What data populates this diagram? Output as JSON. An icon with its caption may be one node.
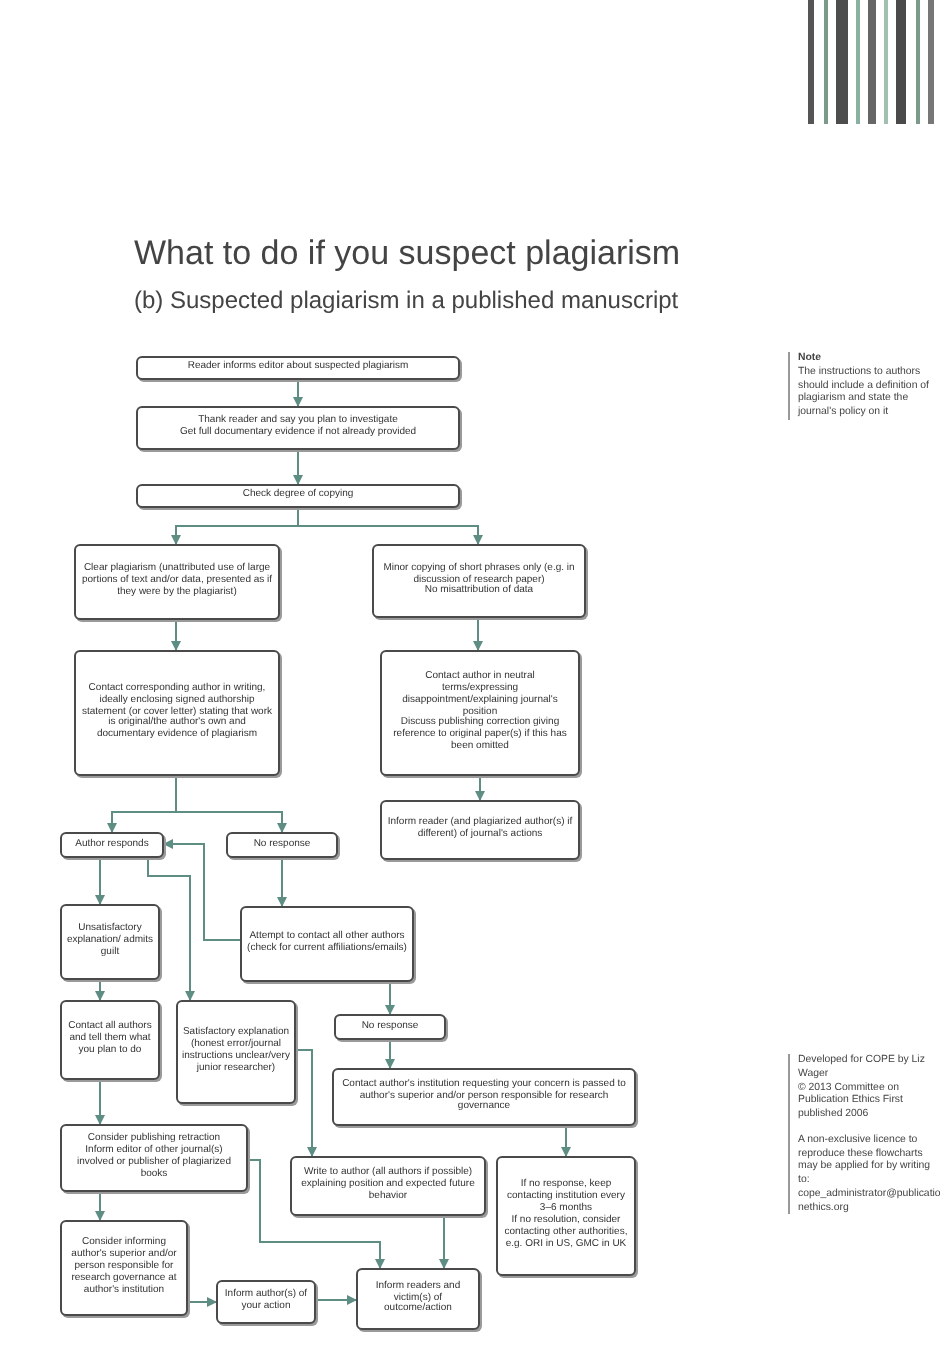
{
  "diagram": {
    "title": "What to do if you suspect plagiarism",
    "nodes": [
      {
        "text": [
          "Reader informs editor about suspected plagiarism"
        ]
      },
      {
        "text": [
          "Thank reader and say you plan to investigate",
          "Get full documentary evidence if not already provided"
        ]
      },
      {
        "text": [
          "Check degree of copying"
        ]
      },
      {
        "text": [
          "Clear plagiarism (unattributed use of large portions of text and/or data, presented as if they were by the plagiarist)"
        ]
      },
      {
        "text": [
          "Minor copying of short phrases only (e.g. in discussion of research paper)",
          "No misattribution of data"
        ]
      },
      {
        "text": [
          "Contact corresponding author in writing, ideally enclosing signed authorship statement (or cover letter) stating that work is original/the author's own and documentary evidence of plagiarism"
        ]
      },
      {
        "text": [
          "Contact author in neutral terms/expressing disappointment/explaining journal's position",
          "Discuss publishing correction giving reference to original paper(s) if this has been omitted"
        ]
      },
      {
        "text": [
          "Inform reader (and plagiarized author(s) if different) of journal's actions"
        ]
      },
      {
        "text": [
          "Author responds"
        ]
      },
      {
        "text": [
          "No response"
        ]
      },
      {
        "text": [
          "Unsatisfactory explanation/ admits guilt"
        ]
      },
      {
        "text": [
          "Attempt to contact all other authors (check for current affiliations/emails)"
        ]
      },
      {
        "text": [
          "Contact all authors and tell them what you plan to do"
        ]
      },
      {
        "text": [
          "Satisfactory explanation (honest error/journal instructions unclear/very junior researcher)"
        ]
      },
      {
        "text": [
          "No response"
        ]
      },
      {
        "text": [
          "Contact author's institution requesting your concern is passed to author's superior and/or person responsible for research governance"
        ]
      },
      {
        "text": [
          "Consider publishing retraction",
          "Inform editor of other journal(s) involved or publisher of plagiarized books"
        ]
      },
      {
        "text": [
          "Write to author (all authors if possible) explaining position and expected future behavior"
        ]
      },
      {
        "text": [
          "If no response, keep contacting institution every 3–6 months",
          "If no resolution, consider contacting other authorities, e.g. ORI in US, GMC in UK"
        ]
      },
      {
        "text": [
          "Consider informing author's superior and/or person responsible for research governance at author's institution"
        ]
      },
      {
        "text": [
          "Inform author(s) of your action"
        ]
      },
      {
        "text": [
          "Inform readers and victim(s) of outcome/action"
        ]
      }
    ],
    "edges": [
      {
        "from": 0,
        "to": 1,
        "arrow": "to"
      },
      {
        "from": 1,
        "to": 2,
        "arrow": "to"
      },
      {
        "from": 2,
        "to": 3,
        "arrow": "to"
      },
      {
        "from": 2,
        "to": 4,
        "arrow": "to"
      },
      {
        "from": 3,
        "to": 5,
        "arrow": "to"
      },
      {
        "from": 4,
        "to": 6,
        "arrow": "to"
      },
      {
        "from": 6,
        "to": 7,
        "arrow": "to"
      },
      {
        "from": 5,
        "to": 8,
        "arrow": "to"
      },
      {
        "from": 5,
        "to": 9,
        "arrow": "to"
      },
      {
        "from": 9,
        "to": 11,
        "arrow": "to"
      },
      {
        "from": 11,
        "to": 8,
        "arrow": "to"
      },
      {
        "from": 8,
        "to": 10,
        "arrow": "to"
      },
      {
        "from": 8,
        "to": 13,
        "arrow": "to"
      },
      {
        "from": 10,
        "to": 12,
        "arrow": "to"
      },
      {
        "from": 11,
        "to": 14,
        "arrow": "to"
      },
      {
        "from": 14,
        "to": 15,
        "arrow": "to"
      },
      {
        "from": 12,
        "to": 16,
        "arrow": "to"
      },
      {
        "from": 16,
        "to": 19,
        "arrow": "to"
      },
      {
        "from": 15,
        "to": 18,
        "arrow": "to"
      },
      {
        "from": 13,
        "to": 17,
        "arrow": "to"
      },
      {
        "from": 17,
        "to": 21,
        "arrow": "to"
      },
      {
        "from": 16,
        "to": 21,
        "arrow": "to"
      },
      {
        "from": 19,
        "to": 20,
        "arrow": "to"
      },
      {
        "from": 20,
        "to": 21,
        "arrow": "to"
      }
    ],
    "labels": [
      "(b) Suspected plagiarism in a published manuscript",
      "Note",
      "The instructions to authors should include a definition of plagiarism and state the journal's policy on it",
      "Developed for COPE by Liz Wager",
      "© 2013 Committee on Publication Ethics First published 2006",
      "A non-exclusive licence to reproduce these flowcharts may be applied for by writing to: cope_administrator@publicationethics.org"
    ]
  }
}
